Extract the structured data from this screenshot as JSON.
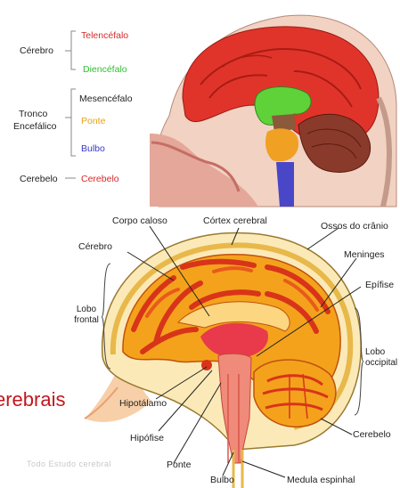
{
  "top_diagram": {
    "groups": [
      {
        "label": "Cérebro",
        "parts": [
          {
            "label": "Telencéfalo",
            "color": "#d42a2a"
          },
          {
            "label": "Diencéfalo",
            "color": "#2fbf2f"
          }
        ]
      },
      {
        "label_line1": "Tronco",
        "label_line2": "Encefálico",
        "parts": [
          {
            "label": "Mesencéfalo",
            "color": "#333333"
          },
          {
            "label": "Ponte",
            "color": "#e8a21a"
          },
          {
            "label": "Bulbo",
            "color": "#3838c8"
          }
        ]
      },
      {
        "label": "Cerebelo",
        "parts": [
          {
            "label": "Cerebelo",
            "color": "#d42a2a"
          }
        ]
      }
    ]
  },
  "bottom_diagram": {
    "labels": {
      "corpo_caloso": "Corpo caloso",
      "cortex_cerebral": "Córtex cerebral",
      "ossos_cranio": "Ossos do crânio",
      "cerebro": "Cérebro",
      "meninges": "Meninges",
      "epifise": "Epífise",
      "lobo_frontal_1": "Lobo",
      "lobo_frontal_2": "frontal",
      "lobo_occipital_1": "Lobo",
      "lobo_occipital_2": "occipital",
      "hipotalamo": "Hipotálamo",
      "hipofise": "Hipófise",
      "ponte": "Ponte",
      "bulbo": "Bulbo",
      "medula": "Medula espinhal",
      "cerebelo": "Cerebelo"
    },
    "caption": "erebrais",
    "watermark": "Todo Estudo cerebral",
    "colors": {
      "caption": "#c4161c",
      "brain_outer": "#f4a21c",
      "brain_inner": "#e23a1e"
    }
  }
}
